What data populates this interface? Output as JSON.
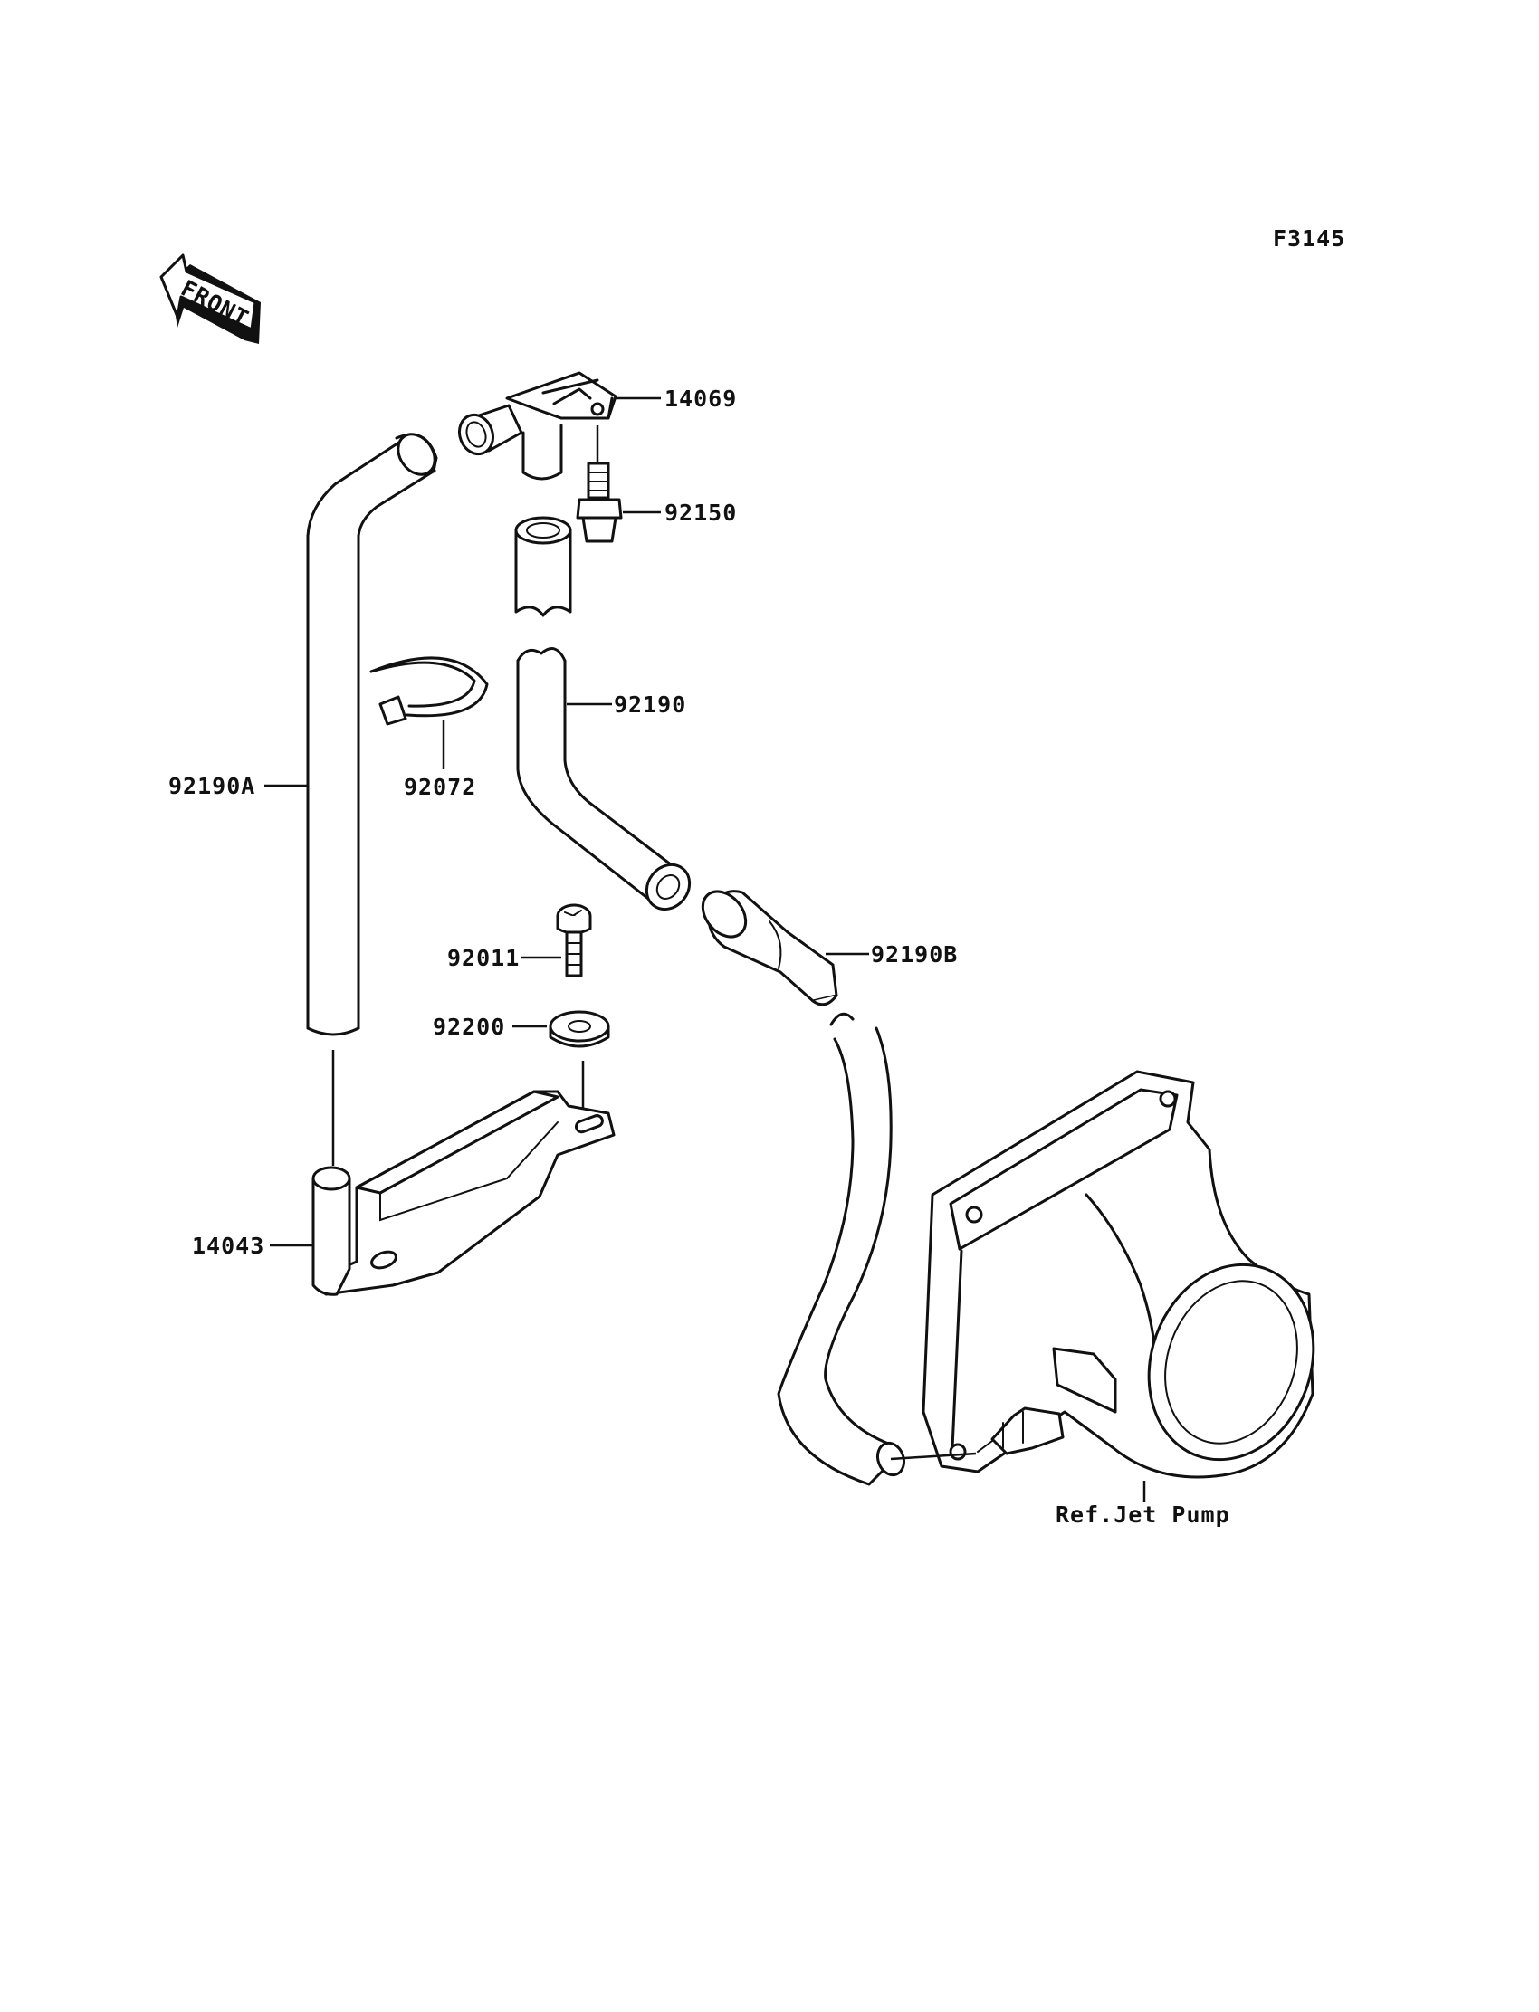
{
  "figure_id": "F3145",
  "front_label": "FRONT",
  "parts": [
    {
      "number": "14069"
    },
    {
      "number": "92150"
    },
    {
      "number": "92190"
    },
    {
      "number": "92190A"
    },
    {
      "number": "92072"
    },
    {
      "number": "92011"
    },
    {
      "number": "92190B"
    },
    {
      "number": "92200"
    },
    {
      "number": "14043"
    }
  ],
  "reference_label": "Ref.Jet Pump"
}
